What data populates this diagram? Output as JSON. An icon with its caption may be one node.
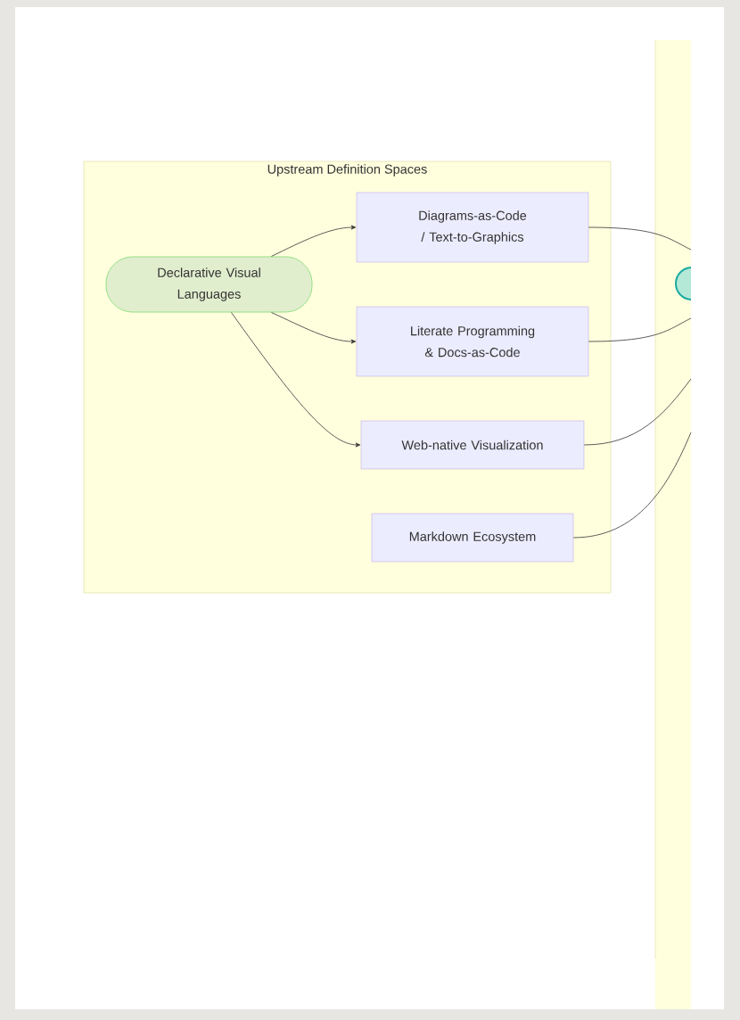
{
  "diagram": {
    "nodes": [
      {
        "text": [
          "Upstream Definition Spaces"
        ]
      },
      {
        "text": [
          "Declarative Visual Languages"
        ],
        "in": 0
      },
      {
        "text": [
          "Diagrams-as-Code / Text-to-Graphics"
        ],
        "in": 0
      },
      {
        "text": [
          "Literate Programming & Docs-as-Code"
        ],
        "in": 0
      },
      {
        "text": [
          "Web-native Visualization"
        ],
        "in": 0
      },
      {
        "text": [
          "Markdown Ecosystem"
        ],
        "in": 0
      },
      {
        "text": [],
        "shape": "box"
      },
      {
        "text": [],
        "shape": "circle"
      }
    ],
    "edges": [
      {
        "from": 1,
        "to": 2,
        "arrow": "to"
      },
      {
        "from": 1,
        "to": 3,
        "arrow": "to"
      },
      {
        "from": 1,
        "to": 4,
        "arrow": "to"
      },
      {
        "from": 2,
        "to": 6,
        "arrow": "none"
      },
      {
        "from": 3,
        "to": 6,
        "arrow": "none"
      },
      {
        "from": 4,
        "to": 6,
        "arrow": "none"
      },
      {
        "from": 5,
        "to": 6,
        "arrow": "none"
      }
    ]
  }
}
